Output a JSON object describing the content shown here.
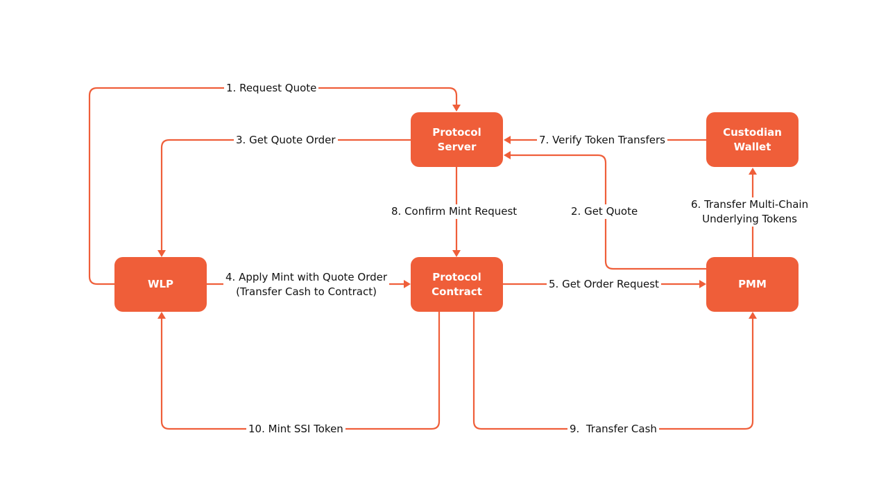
{
  "colors": {
    "accent": "#ef5e39",
    "text": "#111111",
    "background": "#ffffff"
  },
  "nodes": {
    "protocol_server": {
      "line1": "Protocol",
      "line2": "Server"
    },
    "custodian_wallet": {
      "line1": "Custodian",
      "line2": "Wallet"
    },
    "wlp": {
      "label": "WLP"
    },
    "protocol_contract": {
      "line1": "Protocol",
      "line2": "Contract"
    },
    "pmm": {
      "label": "PMM"
    }
  },
  "edges": {
    "request_quote": "1. Request Quote",
    "get_quote": "2. Get Quote",
    "get_quote_order": "3. Get Quote Order",
    "apply_mint": {
      "line1": "4. Apply Mint with Quote Order",
      "line2": "(Transfer Cash to Contract)"
    },
    "get_order_request": "5. Get Order Request",
    "transfer_multichain": {
      "line1": "6. Transfer Multi-Chain",
      "line2": "Underlying Tokens"
    },
    "verify_token_transfers": "7. Verify Token Transfers",
    "confirm_mint_request": "8. Confirm Mint Request",
    "transfer_cash": "9.  Transfer Cash",
    "mint_ssi_token": "10. Mint SSI Token"
  }
}
